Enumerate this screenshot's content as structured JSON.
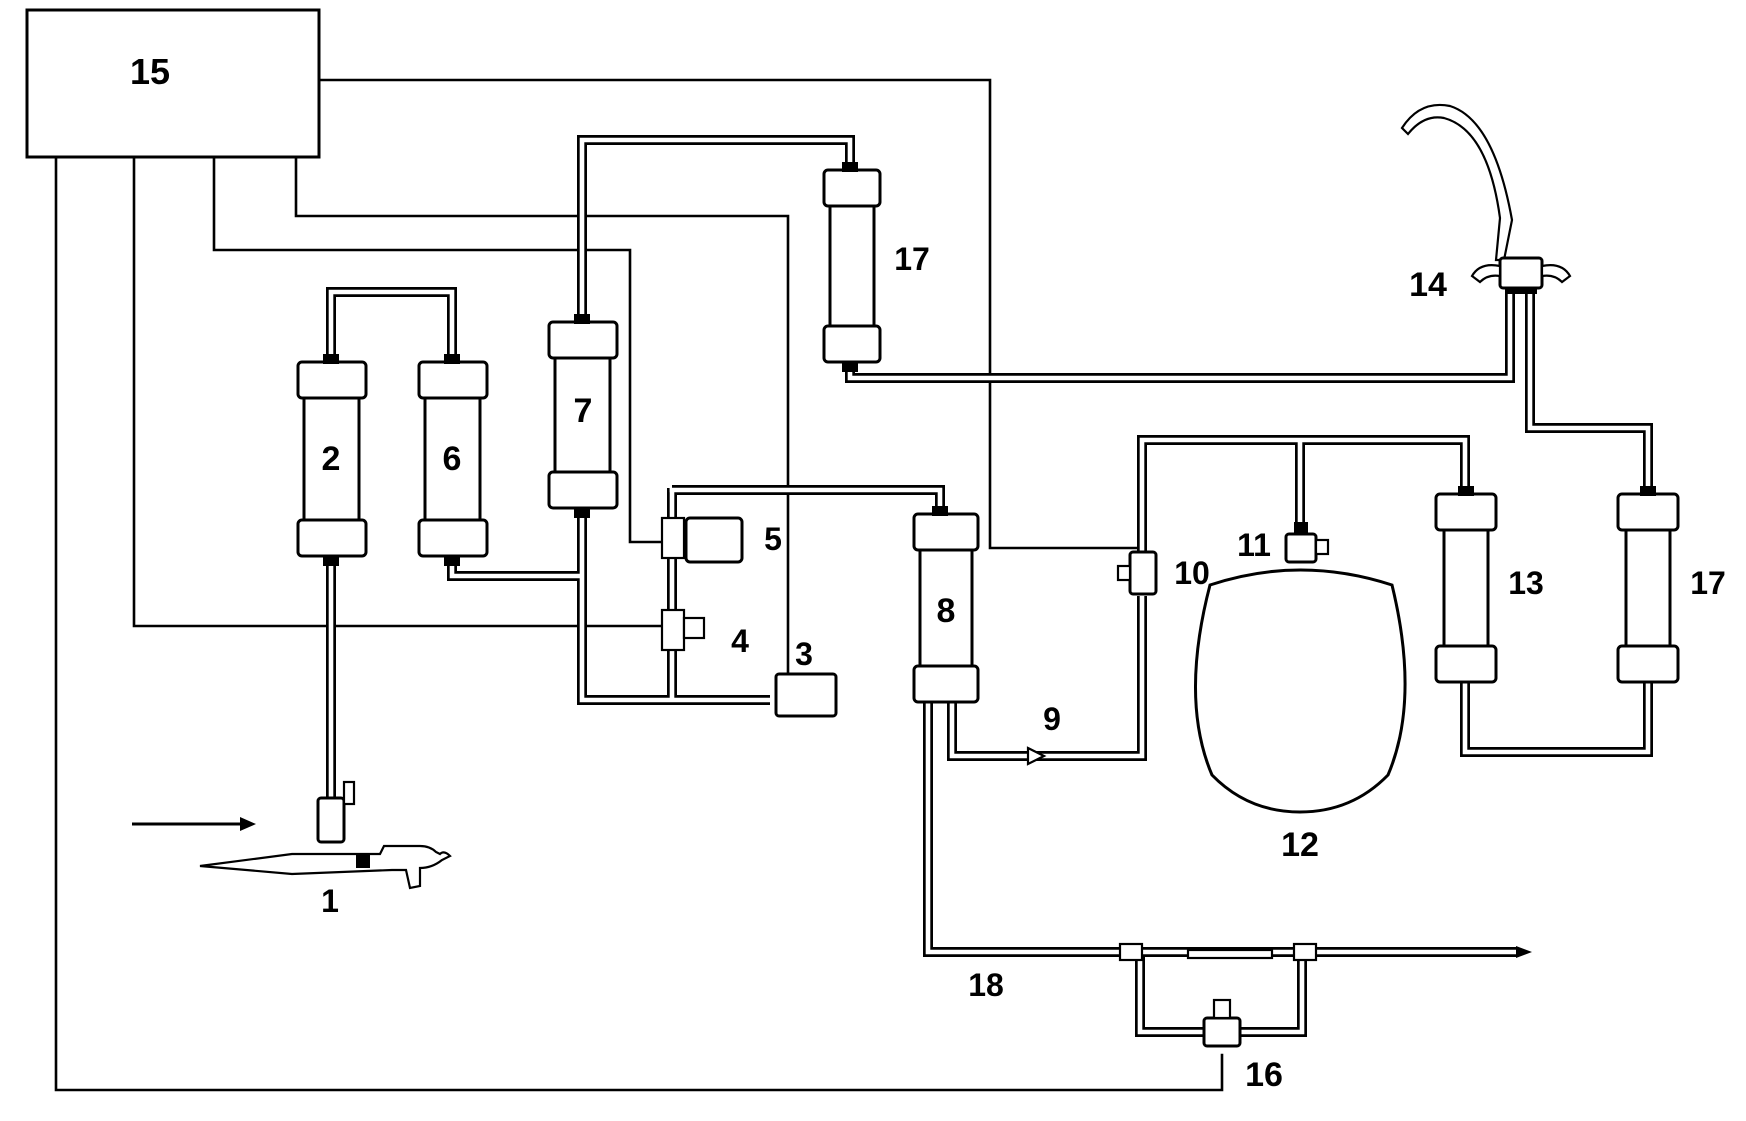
{
  "labels": {
    "n1": "1",
    "n2": "2",
    "n3": "3",
    "n4": "4",
    "n5": "5",
    "n6": "6",
    "n7": "7",
    "n8": "8",
    "n9": "9",
    "n10": "10",
    "n11": "11",
    "n12": "12",
    "n13": "13",
    "n14": "14",
    "n15": "15",
    "n16": "16",
    "n17a": "17",
    "n17b": "17",
    "n18": "18"
  },
  "colors": {
    "stroke": "#000000",
    "background": "#ffffff"
  },
  "icons": {
    "inlet_arrow": "arrow-right-icon",
    "outlet_arrow": "arrow-right-icon",
    "faucet": "faucet-icon"
  }
}
